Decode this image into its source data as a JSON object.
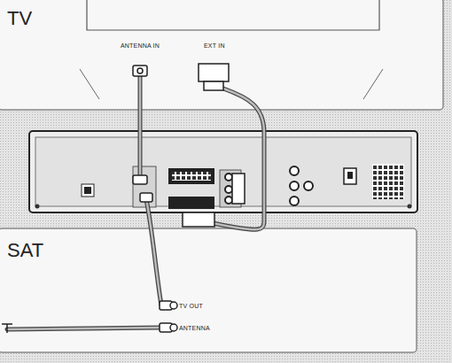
{
  "diagram": {
    "nodes": [
      {
        "text": [
          "TV"
        ]
      },
      {
        "text": [
          "SAT"
        ]
      }
    ],
    "labels": [
      "ANTENNA IN",
      "EXT IN",
      "TV OUT",
      "ANTENNA"
    ]
  }
}
